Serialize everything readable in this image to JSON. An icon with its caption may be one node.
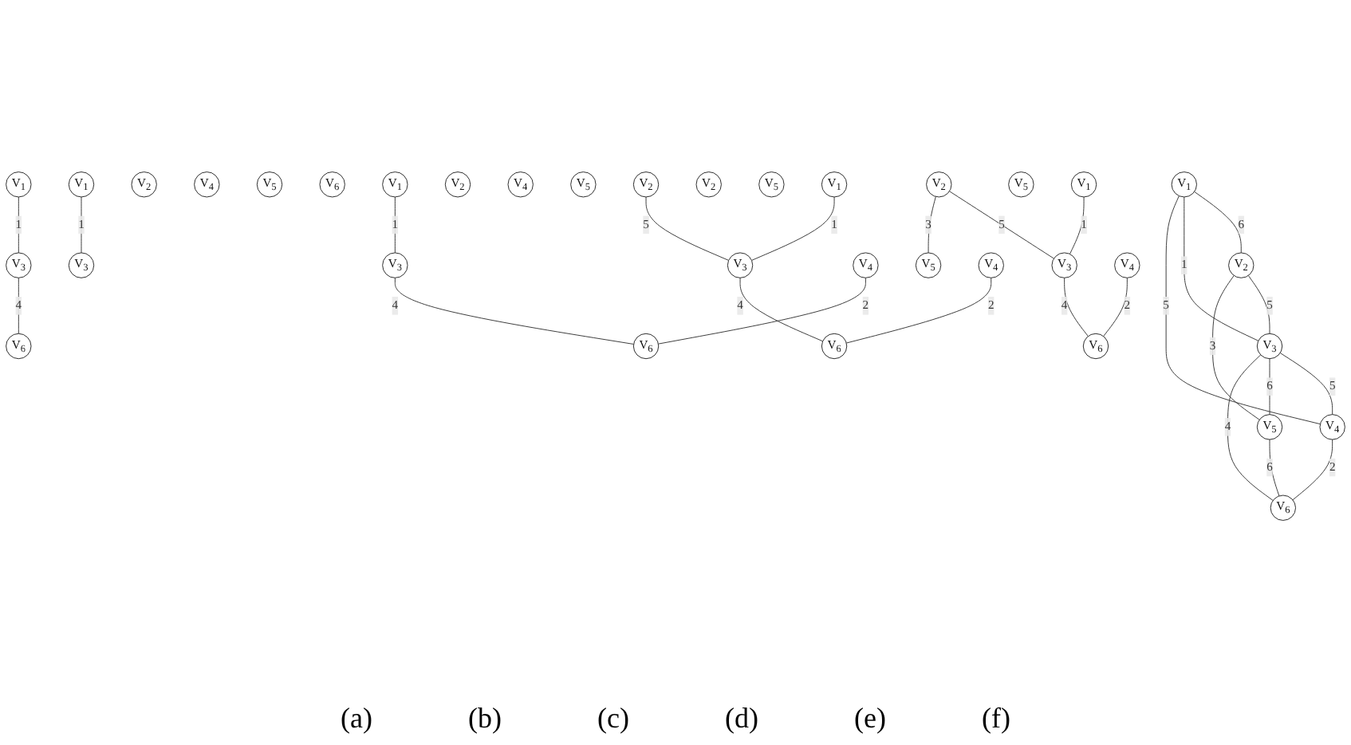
{
  "diagram": {
    "nodes": [
      {
        "text": [
          "V$_{1}$"
        ]
      },
      {
        "text": [
          "V$_{2}$"
        ]
      },
      {
        "text": [
          "V$_{3}$"
        ]
      },
      {
        "text": [
          "V$_{4}$"
        ]
      },
      {
        "text": [
          "V$_{5}$"
        ]
      },
      {
        "text": [
          "V$_{6}$"
        ]
      },
      {
        "text": [
          "V$_{1}$"
        ]
      },
      {
        "text": [
          "V$_{2}$"
        ]
      },
      {
        "text": [
          "V$_{3}$"
        ]
      },
      {
        "text": [
          "V$_{4}$"
        ]
      },
      {
        "text": [
          "V$_{5}$"
        ]
      },
      {
        "text": [
          "V$_{6}$"
        ]
      },
      {
        "text": [
          "V$_{1}$"
        ]
      },
      {
        "text": [
          "V$_{2}$"
        ]
      },
      {
        "text": [
          "V$_{3}$"
        ]
      },
      {
        "text": [
          "V$_{4}$"
        ]
      },
      {
        "text": [
          "V$_{5}$"
        ]
      },
      {
        "text": [
          "V$_{6}$"
        ]
      },
      {
        "text": [
          "V$_{1}$"
        ]
      },
      {
        "text": [
          "V$_{2}$"
        ]
      },
      {
        "text": [
          "V$_{3}$"
        ]
      },
      {
        "text": [
          "V$_{4}$"
        ]
      },
      {
        "text": [
          "V$_{5}$"
        ]
      },
      {
        "text": [
          "V$_{6}$"
        ]
      },
      {
        "text": [
          "V$_{1}$"
        ]
      },
      {
        "text": [
          "V$_{2}$"
        ]
      },
      {
        "text": [
          "V$_{3}$"
        ]
      },
      {
        "text": [
          "V$_{4}$"
        ]
      },
      {
        "text": [
          "V$_{5}$"
        ]
      },
      {
        "text": [
          "V$_{6}$"
        ]
      },
      {
        "text": [
          "V$_{1}$"
        ]
      },
      {
        "text": [
          "V$_{2}$"
        ]
      },
      {
        "text": [
          "V$_{3}$"
        ]
      },
      {
        "text": [
          "V$_{4}$"
        ]
      },
      {
        "text": [
          "V$_{5}$"
        ]
      },
      {
        "text": [
          "V$_{6}$"
        ]
      }
    ],
    "edges": [
      {
        "from": 0,
        "to": 1,
        "arrow": "none",
        "label": "6"
      },
      {
        "from": 0,
        "to": 2,
        "arrow": "none",
        "label": "1"
      },
      {
        "from": 0,
        "to": 3,
        "arrow": "none",
        "label": "5"
      },
      {
        "from": 1,
        "to": 2,
        "arrow": "none",
        "label": "5"
      },
      {
        "from": 2,
        "to": 3,
        "arrow": "none",
        "label": "5"
      },
      {
        "from": 1,
        "to": 4,
        "arrow": "none",
        "label": "3"
      },
      {
        "from": 2,
        "to": 4,
        "arrow": "none",
        "label": "6"
      },
      {
        "from": 2,
        "to": 5,
        "arrow": "none",
        "label": "4"
      },
      {
        "from": 3,
        "to": 5,
        "arrow": "none",
        "label": "2"
      },
      {
        "from": 4,
        "to": 5,
        "arrow": "none",
        "label": "6"
      },
      {
        "from": 6,
        "to": 8,
        "arrow": "none",
        "label": "1"
      },
      {
        "from": 12,
        "to": 14,
        "arrow": "none",
        "label": "1"
      },
      {
        "from": 14,
        "to": 17,
        "arrow": "none",
        "label": "4"
      },
      {
        "from": 18,
        "to": 20,
        "arrow": "none",
        "label": "1"
      },
      {
        "from": 20,
        "to": 23,
        "arrow": "none",
        "label": "4"
      },
      {
        "from": 21,
        "to": 23,
        "arrow": "none",
        "label": "2"
      },
      {
        "from": 24,
        "to": 26,
        "arrow": "none",
        "label": "1"
      },
      {
        "from": 25,
        "to": 26,
        "arrow": "none",
        "label": "5"
      },
      {
        "from": 26,
        "to": 29,
        "arrow": "none",
        "label": "4"
      },
      {
        "from": 27,
        "to": 29,
        "arrow": "none",
        "label": "2"
      },
      {
        "from": 30,
        "to": 32,
        "arrow": "none",
        "label": "1"
      },
      {
        "from": 31,
        "to": 32,
        "arrow": "none",
        "label": "5"
      },
      {
        "from": 31,
        "to": 34,
        "arrow": "none",
        "label": "3"
      },
      {
        "from": 32,
        "to": 35,
        "arrow": "none",
        "label": "4"
      },
      {
        "from": 33,
        "to": 35,
        "arrow": "none",
        "label": "2"
      }
    ],
    "labels": [
      "(a)",
      "(b)",
      "(c)",
      "(d)",
      "(e)",
      "(f)"
    ]
  }
}
